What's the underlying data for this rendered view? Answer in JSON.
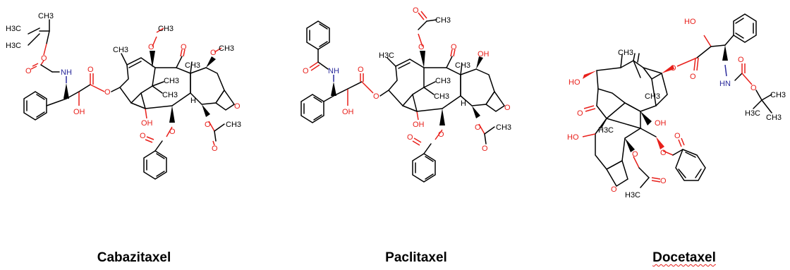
{
  "molecules": [
    {
      "name": "Cabazitaxel",
      "atoms": {
        "h3c_top": "H3C",
        "h3c_2": "H3C",
        "ch3_tbu": "CH3",
        "o_carb": "O",
        "o_carbonyl": "O",
        "nh": "NH",
        "o_ester": "O",
        "o_ester2": "O",
        "oh_side": "OH",
        "ch3_a": "CH3",
        "o_meth1": "O",
        "ch3_b": "CH3",
        "o_ket": "O",
        "o_meth2": "O",
        "ch3_c": "CH3",
        "ch3_d": "CH3",
        "ch3_e": "CH3",
        "ch3_f": "CH3",
        "oh_core": "OH",
        "h": "H",
        "o_ring": "O",
        "o_bz": "O",
        "o_bz2": "O",
        "o_ac": "O",
        "o_ac2": "O",
        "ch3_ac": "CH3"
      }
    },
    {
      "name": "Paclitaxel",
      "atoms": {
        "o_amide": "O",
        "nh": "NH",
        "o_ester": "O",
        "o_ester2": "O",
        "oh_side": "OH",
        "h3c": "H3C",
        "o_ac_top": "O",
        "o_ac_top2": "O",
        "ch3_top": "CH3",
        "o_ket": "O",
        "oh_top": "OH",
        "ch3_a": "CH3",
        "ch3_b": "CH3",
        "ch3_c": "CH3",
        "oh_core": "OH",
        "h": "H",
        "o_ring": "O",
        "o_bz": "O",
        "o_bz2": "O",
        "o_ac": "O",
        "o_ac2": "O",
        "ch3_ac": "CH3"
      }
    },
    {
      "name": "Docetaxel",
      "atoms": {
        "ho_top": "HO",
        "o_ester": "O",
        "o_ester2": "O",
        "hn": "HN",
        "o_carb": "O",
        "o_carb2": "O",
        "ch3_tbu": "CH3",
        "h3c_tbu": "H3C",
        "ch3_tbu2": "CH3",
        "ho_left": "HO",
        "o_ket": "O",
        "h3c_core": "H3C",
        "ch3_core": "CH3",
        "ch3_core2": "CH3",
        "oh_core": "OH",
        "ho_low": "HO",
        "o_ac": "O",
        "o_ac2": "O",
        "h3c_ac": "H3C",
        "o_ring": "O",
        "o_bz": "O",
        "o_bz2": "O"
      }
    }
  ]
}
